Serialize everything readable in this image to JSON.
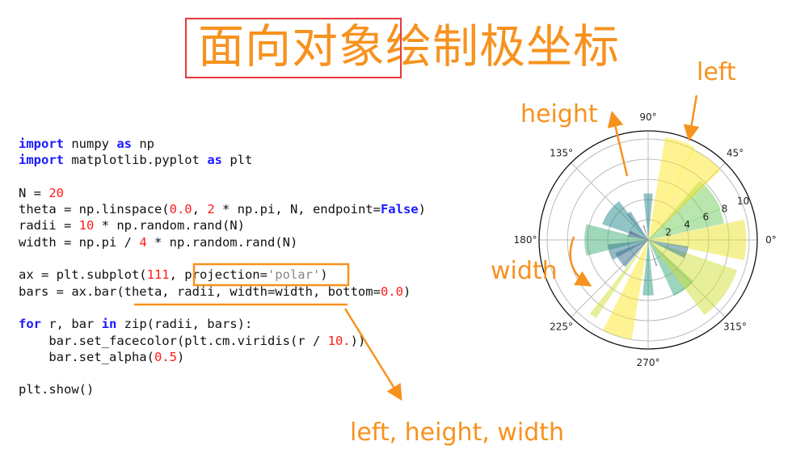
{
  "slide": {
    "title": "面向对象绘制极坐标",
    "annotations": {
      "height": "height",
      "left": "left",
      "width": "width",
      "bottom_note": "left, height, width"
    },
    "accent_color": "#f7921e",
    "highlight_box_color": "#e8393a"
  },
  "code": {
    "lines": [
      [
        [
          "import",
          "kw"
        ],
        [
          " numpy ",
          ""
        ],
        [
          "as",
          "kw"
        ],
        [
          " np",
          ""
        ]
      ],
      [
        [
          "import",
          "kw"
        ],
        [
          " matplotlib.pyplot ",
          ""
        ],
        [
          "as",
          "kw"
        ],
        [
          " plt",
          ""
        ]
      ],
      [],
      [
        [
          "N = ",
          ""
        ],
        [
          "20",
          "num"
        ]
      ],
      [
        [
          "theta = np.linspace(",
          ""
        ],
        [
          "0.0",
          "num"
        ],
        [
          ", ",
          ""
        ],
        [
          "2",
          "num"
        ],
        [
          " * np.pi, N, endpoint=",
          ""
        ],
        [
          "False",
          "kw"
        ],
        [
          ")",
          ""
        ]
      ],
      [
        [
          "radii = ",
          ""
        ],
        [
          "10",
          "num"
        ],
        [
          " * np.random.rand(N)",
          ""
        ]
      ],
      [
        [
          "width = np.pi / ",
          ""
        ],
        [
          "4",
          "num"
        ],
        [
          " * np.random.rand(N)",
          ""
        ]
      ],
      [],
      [
        [
          "ax = plt.subplot(",
          ""
        ],
        [
          "111",
          "num"
        ],
        [
          ", projection=",
          ""
        ],
        [
          "'polar'",
          "str"
        ],
        [
          ")",
          ""
        ]
      ],
      [
        [
          "bars = ax.bar(theta, radii, width=width, bottom=",
          ""
        ],
        [
          "0.0",
          "num"
        ],
        [
          ")",
          ""
        ]
      ],
      [],
      [
        [
          "for",
          "kw"
        ],
        [
          " r, bar ",
          ""
        ],
        [
          "in",
          "kw"
        ],
        [
          " zip(radii, bars):",
          ""
        ]
      ],
      [
        [
          "    bar.set_facecolor(plt.cm.viridis(r / ",
          ""
        ],
        [
          "10.",
          "num"
        ],
        [
          "))",
          ""
        ]
      ],
      [
        [
          "    bar.set_alpha(",
          ""
        ],
        [
          "0.5",
          "num"
        ],
        [
          ")",
          ""
        ]
      ],
      [],
      [
        [
          "plt.show()",
          ""
        ]
      ]
    ]
  },
  "chart_data": {
    "type": "bar",
    "projection": "polar",
    "theta_deg": [
      0,
      18,
      36,
      54,
      72,
      90,
      108,
      126,
      144,
      162,
      180,
      198,
      216,
      234,
      252,
      270,
      288,
      306,
      324,
      342
    ],
    "radii": [
      9.7,
      7.7,
      7.8,
      10.0,
      10.3,
      4.6,
      1.5,
      3.3,
      4.8,
      2.0,
      6.3,
      4.0,
      3.5,
      9.3,
      10.0,
      5.5,
      2.7,
      6.1,
      9.3,
      4.0
    ],
    "width_rad": [
      0.42,
      0.2,
      0.45,
      0.35,
      0.3,
      0.2,
      0.1,
      0.15,
      0.6,
      0.3,
      0.5,
      0.4,
      0.5,
      0.08,
      0.3,
      0.2,
      0.06,
      0.4,
      0.6,
      0.3
    ],
    "colormap": "viridis",
    "alpha": 0.5,
    "rlim": [
      0,
      10.8
    ],
    "radial_ticks": [
      "2",
      "4",
      "6",
      "8",
      "10"
    ],
    "angular_ticks": [
      "0°",
      "45°",
      "90°",
      "135°",
      "180°",
      "225°",
      "270°",
      "315°"
    ],
    "grid": true
  }
}
